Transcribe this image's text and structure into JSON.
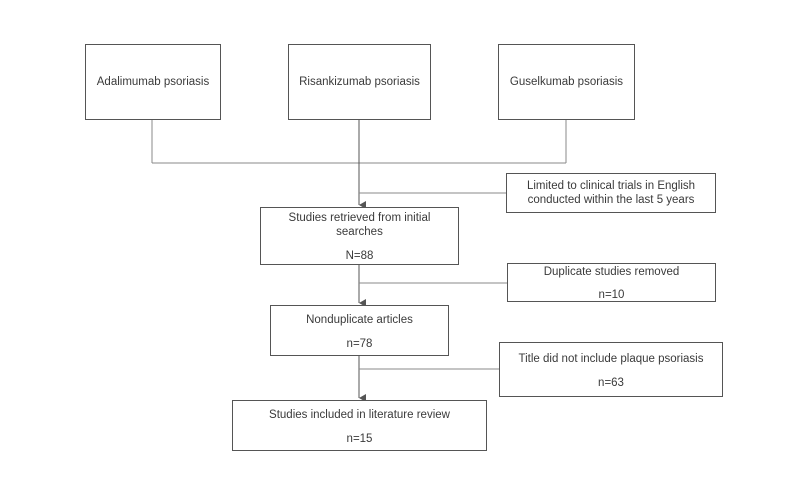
{
  "sources": [
    {
      "label": "Adalimumab psoriasis"
    },
    {
      "label": "Risankizumab psoriasis"
    },
    {
      "label": "Guselkumab psoriasis"
    }
  ],
  "filter_limit": {
    "line1": "Limited to clinical trials in English",
    "line2": "conducted within the last 5 years"
  },
  "retrieved": {
    "line1": "Studies retrieved from initial",
    "line2": "searches",
    "count": "N=88"
  },
  "duplicates": {
    "label": "Duplicate studies removed",
    "count": "n=10"
  },
  "nonduplicate": {
    "label": "Nonduplicate articles",
    "count": "n=78"
  },
  "title_filter": {
    "label": "Title did not include plaque psoriasis",
    "count": "n=63"
  },
  "included": {
    "label": "Studies included in literature review",
    "count": "n=15"
  },
  "colors": {
    "box_border": "#555555",
    "connector": "#888888",
    "text": "#3a3a3a"
  }
}
